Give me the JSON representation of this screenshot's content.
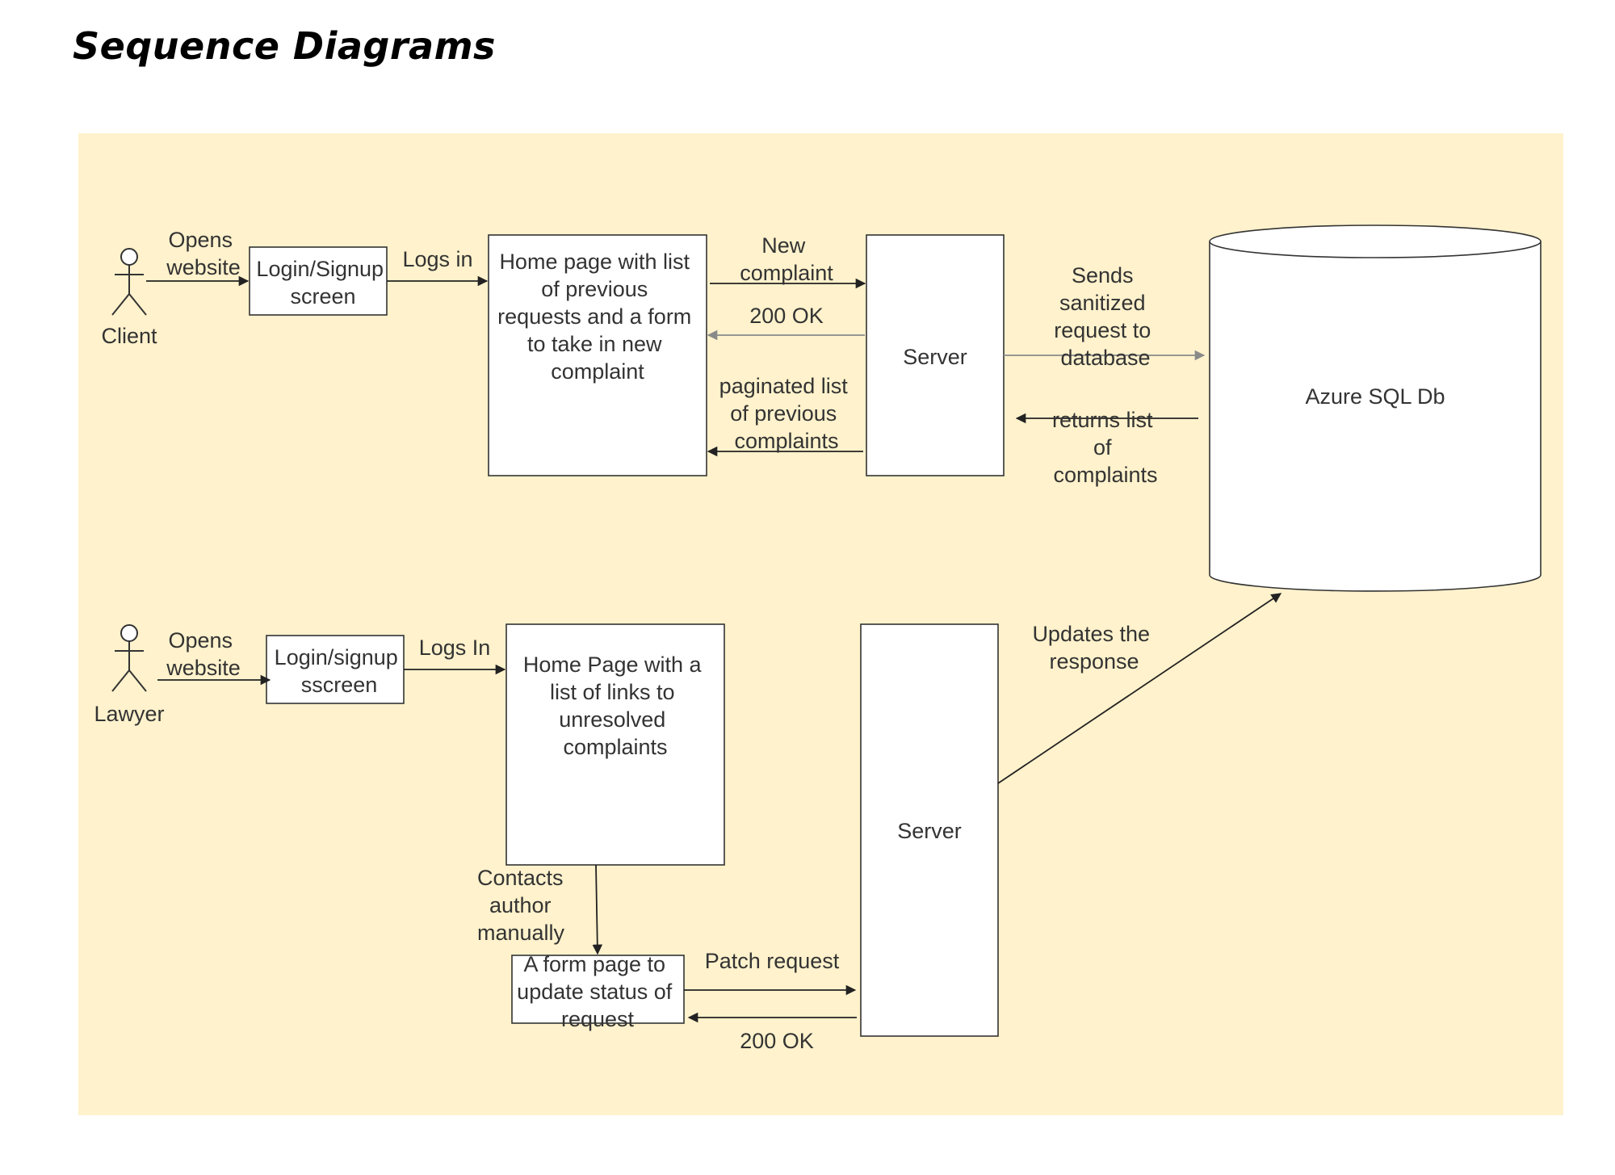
{
  "title": "Sequence Diagrams",
  "colors": {
    "panel_fill": "#fff2cc",
    "panel_border": "#d6b656"
  },
  "actors": {
    "client": "Client",
    "lawyer": "Lawyer"
  },
  "nodes": {
    "client_login": [
      "Login/Signup",
      "screen"
    ],
    "client_home": [
      "Home page with list",
      "of previous",
      "requests and a form",
      "to take in new",
      "complaint"
    ],
    "server_top": [
      "Server"
    ],
    "database": [
      "Azure SQL Db"
    ],
    "lawyer_login": [
      "Login/signup",
      "sscreen"
    ],
    "lawyer_home": [
      "Home Page with a",
      "list of links to",
      "unresolved",
      "complaints"
    ],
    "form_page": [
      "A form page to",
      "update status of",
      "request"
    ],
    "server_bottom": [
      "Server"
    ]
  },
  "edges": {
    "client_opens": [
      "Opens",
      "website"
    ],
    "client_logs_in": [
      "Logs in"
    ],
    "new_complaint": [
      "New",
      "complaint"
    ],
    "ok_top": [
      "200 OK"
    ],
    "paginated": [
      "paginated list",
      "of previous",
      "complaints"
    ],
    "sends_db": [
      "Sends",
      "sanitized",
      "request to",
      "database"
    ],
    "returns_list": [
      "returns list",
      "of",
      "complaints"
    ],
    "lawyer_opens": [
      "Opens",
      "website"
    ],
    "lawyer_logs_in": [
      "Logs In"
    ],
    "contacts": [
      "Contacts",
      "author",
      "manually"
    ],
    "patch": [
      "Patch request"
    ],
    "ok_bottom": [
      "200 OK"
    ],
    "updates": [
      "Updates the",
      "response"
    ]
  }
}
